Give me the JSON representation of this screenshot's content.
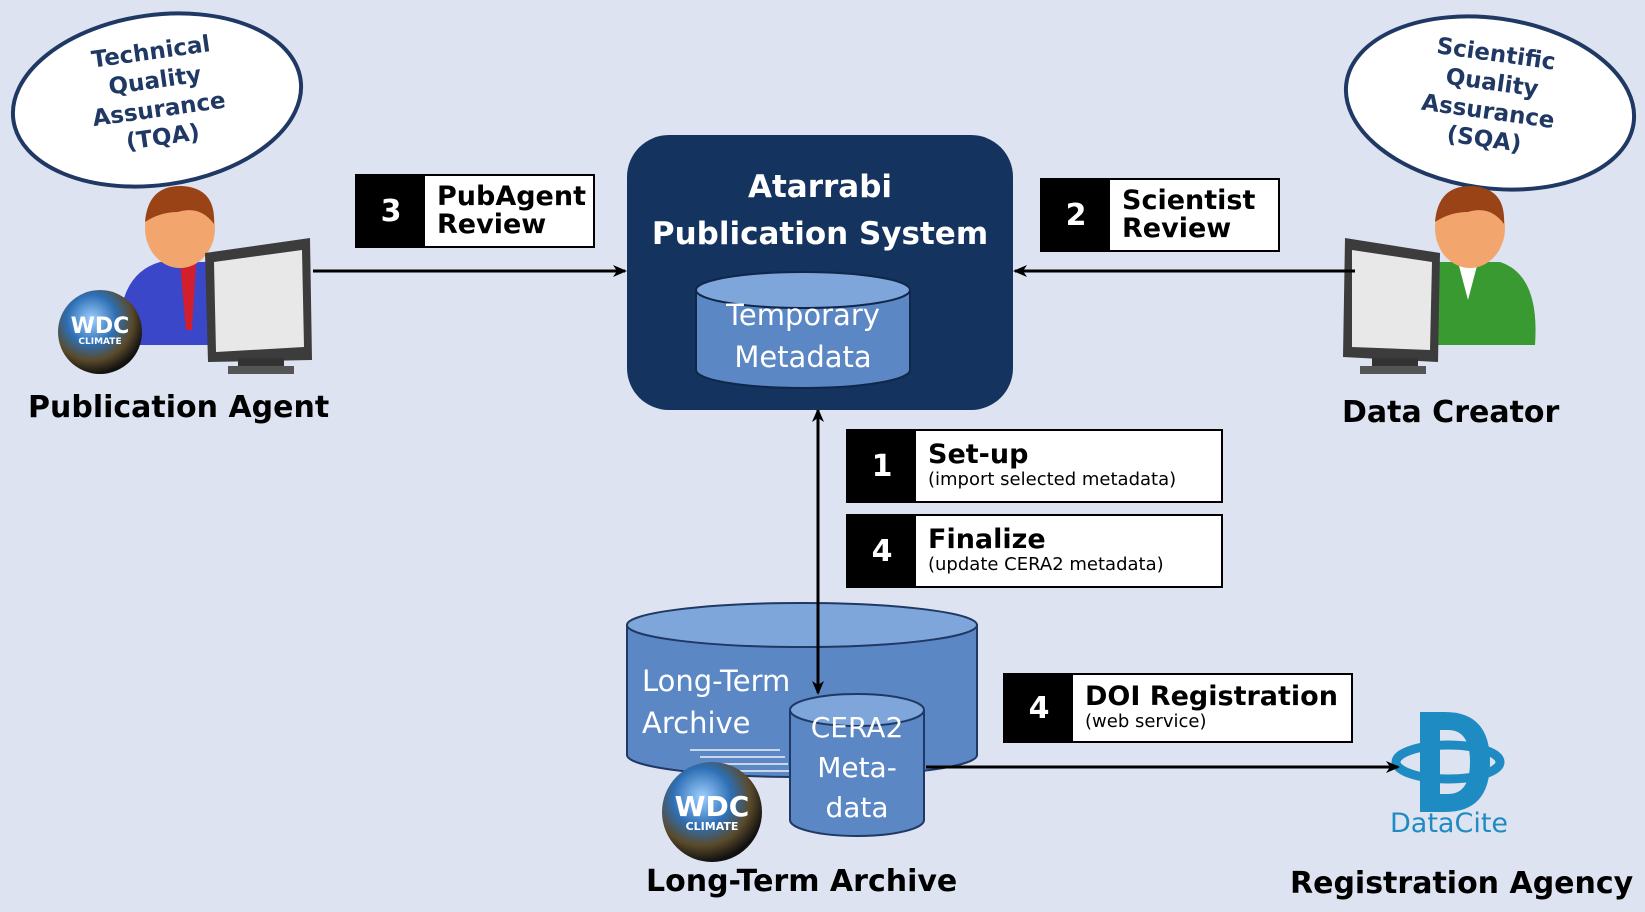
{
  "colors": {
    "background": "#dde3f1",
    "oval_border": "#1f3864",
    "system_box": "#15335f",
    "cylinder_fill": "#5b87c5",
    "cylinder_top": "#7ea6db",
    "datacite_blue": "#1e8bc3"
  },
  "ovals": {
    "tqa": "Technical\nQuality\nAssurance\n(TQA)",
    "sqa": "Scientific\nQuality\nAssurance\n(SQA)"
  },
  "actors": {
    "publication_agent": "Publication  Agent",
    "data_creator": "Data Creator",
    "long_term_archive": "Long-Term  Archive",
    "registration_agency": "Registration  Agency"
  },
  "system": {
    "title_line1": "Atarrabi",
    "title_line2": "Publication  System",
    "temp_line1": "Temporary",
    "temp_line2": "Metadata"
  },
  "archive": {
    "line1": "Long-Term",
    "line2": "Archive",
    "cera_line1": "CERA2",
    "cera_line2": "Meta-",
    "cera_line3": "data"
  },
  "logos": {
    "wdc": "WDC",
    "wdc_sub": "CLIMATE",
    "datacite": "DataCite"
  },
  "steps": {
    "pubagent": {
      "num": "3",
      "label": "PubAgent\nReview"
    },
    "scientist": {
      "num": "2",
      "label": "Scientist\nReview"
    },
    "setup": {
      "num": "1",
      "label": "Set-up",
      "sub": "(import selected metadata)"
    },
    "finalize": {
      "num": "4",
      "label": "Finalize",
      "sub": "(update CERA2  metadata)"
    },
    "doi": {
      "num": "4",
      "label": "DOI Registration",
      "sub": "(web service)"
    }
  }
}
